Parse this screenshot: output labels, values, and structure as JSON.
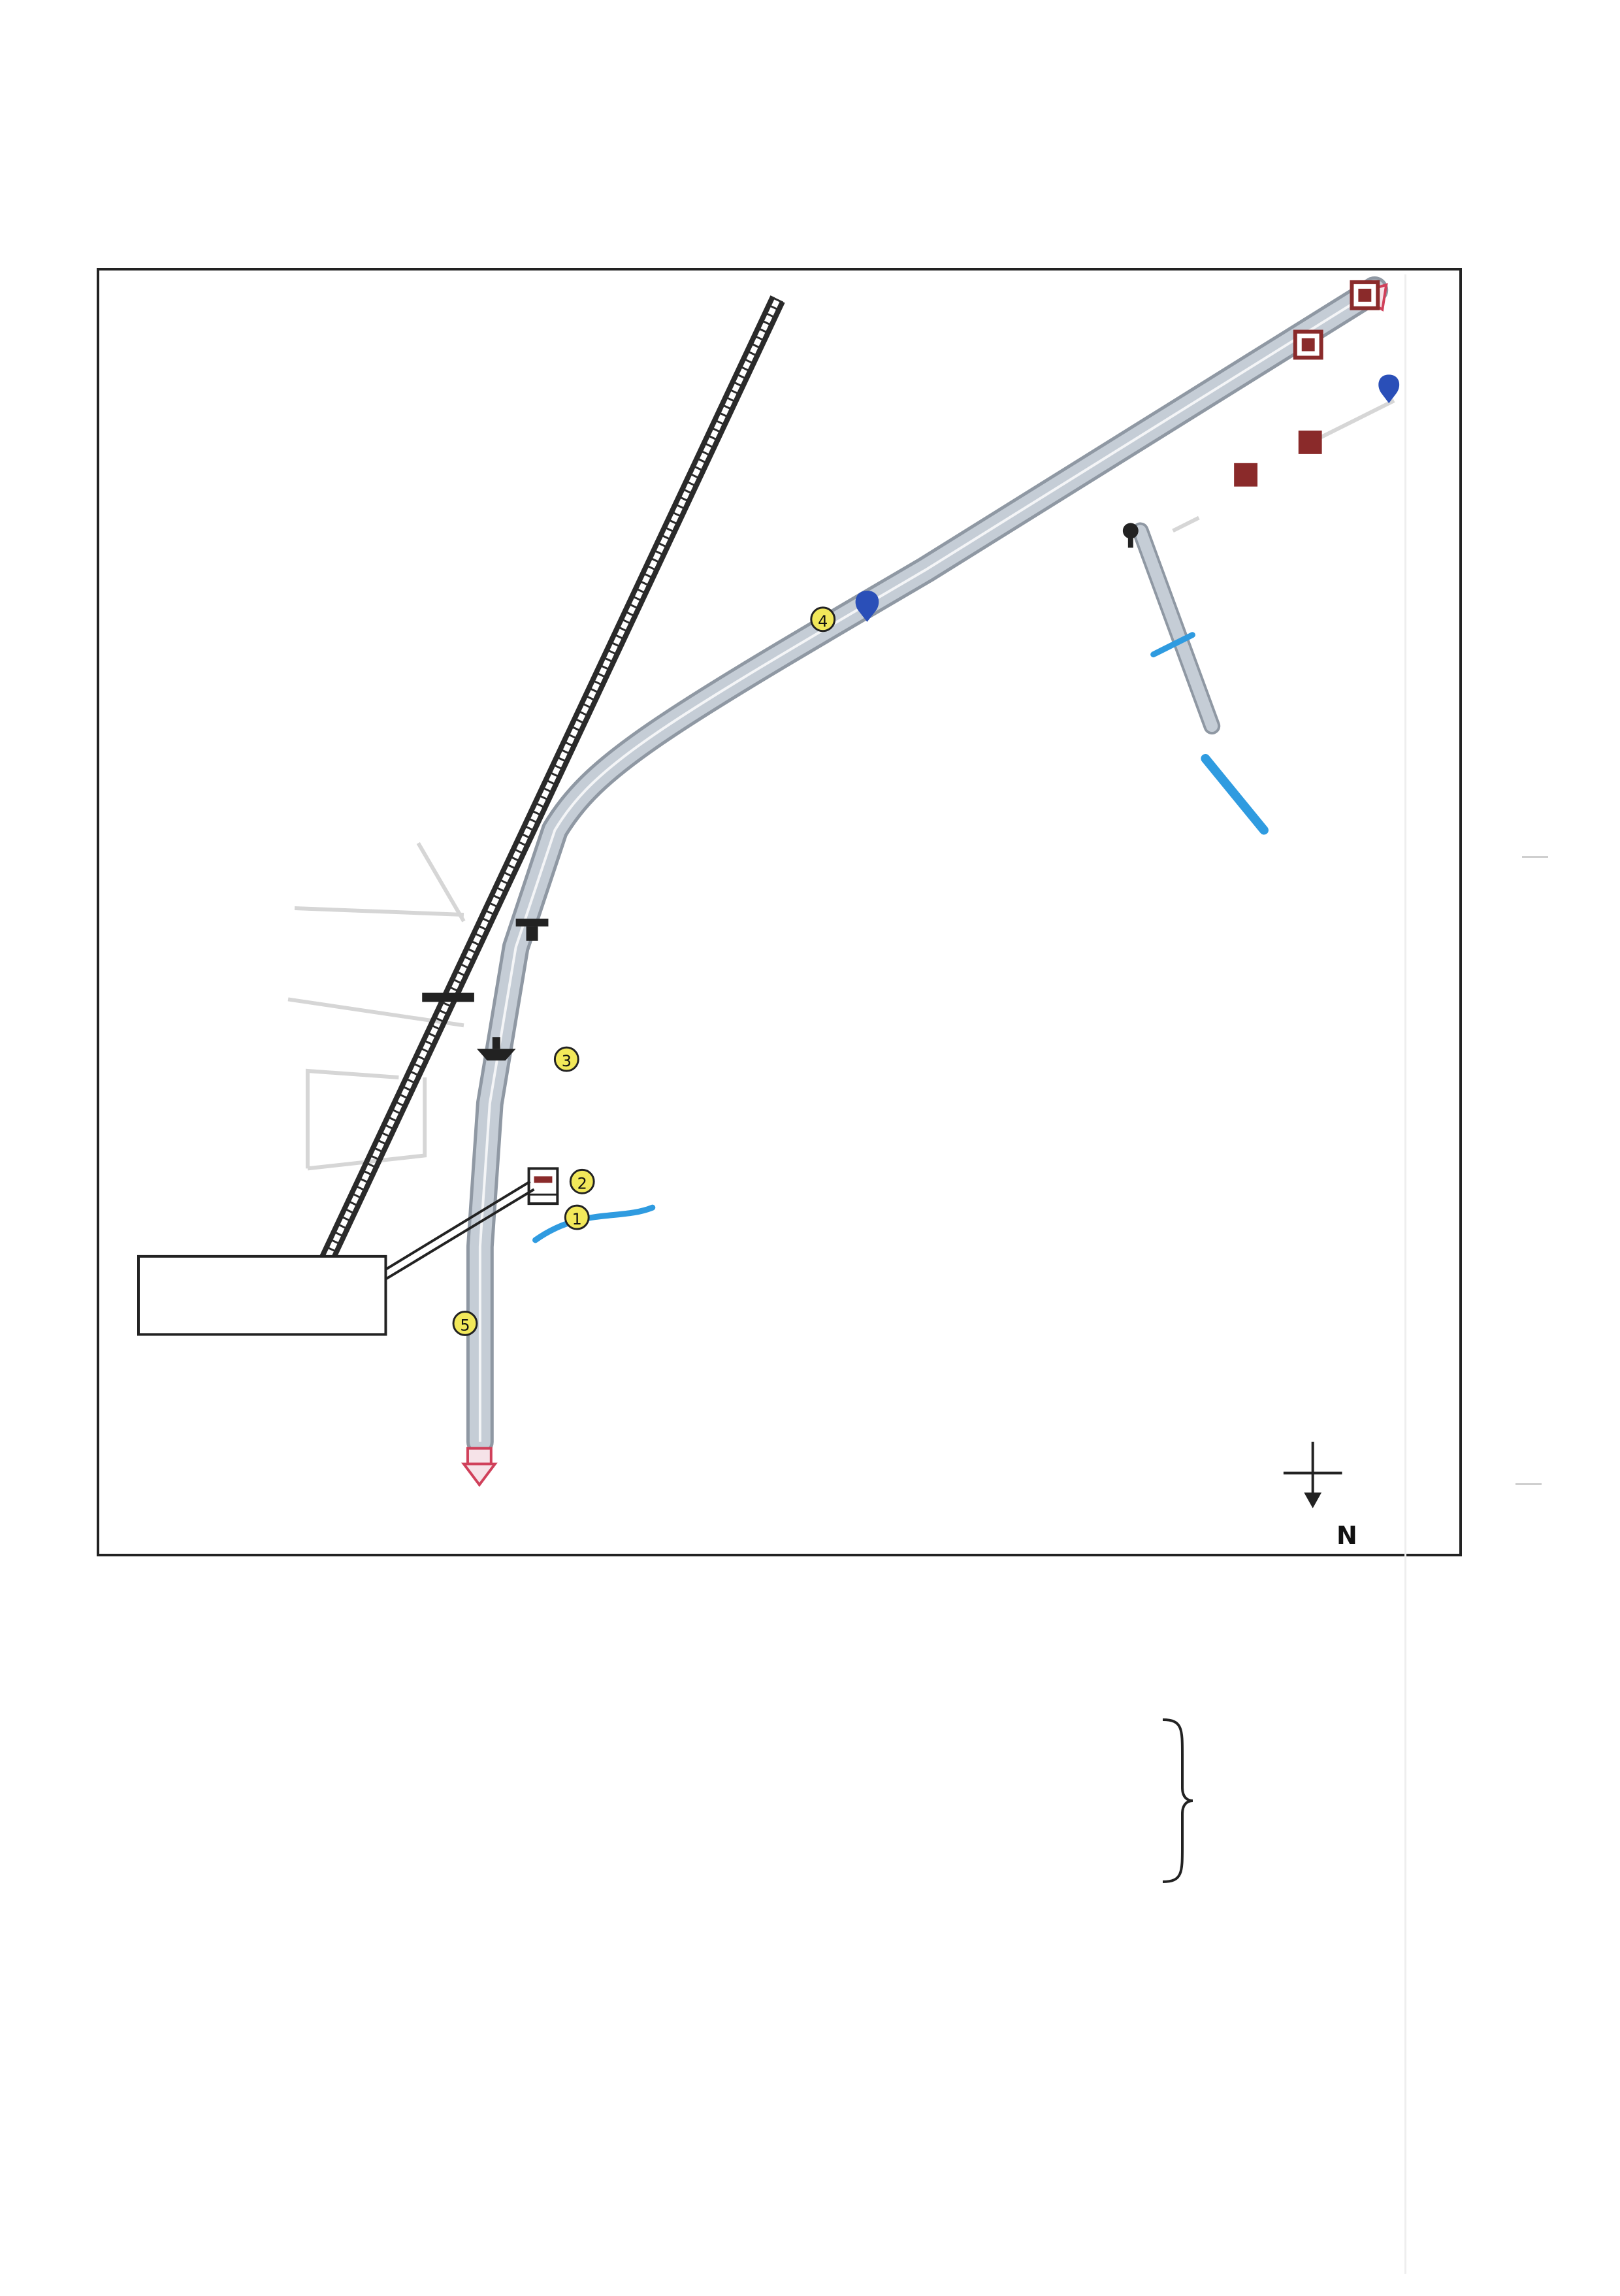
{
  "document": {
    "title": "",
    "header_left_word": "",
    "header_left_detail": "",
    "header_right_top": "",
    "header_right_bottom": "",
    "header_party_label": ""
  },
  "map": {
    "caption": "",
    "north_label": "N",
    "subject_box": {
      "line1": "",
      "line2": ""
    },
    "markers": {
      "m1": "1",
      "m2": "2",
      "m3": "3",
      "m4": "4",
      "m5": "5"
    },
    "labels": {
      "highway_205": "",
      "road_south_end": "",
      "road_north_end": "",
      "village_left": "",
      "temple_label": "",
      "school_label": "",
      "road_side_label": "",
      "poi_top_1": "",
      "poi_top_2": "",
      "poi_top_3": "",
      "poi_top_4": "",
      "poi_top_5": "",
      "poi_top_6": "",
      "railway_label": "",
      "bottom_left_label": ""
    },
    "colors": {
      "road": "#c5cdd6",
      "road_edge": "#8f98a3",
      "water": "#2f9be0",
      "marker_fill": "#f2e85a",
      "poi_red": "#8a2a2a",
      "pin_blue": "#2a4fb8",
      "arrow_red": "#d0405a"
    }
  }
}
